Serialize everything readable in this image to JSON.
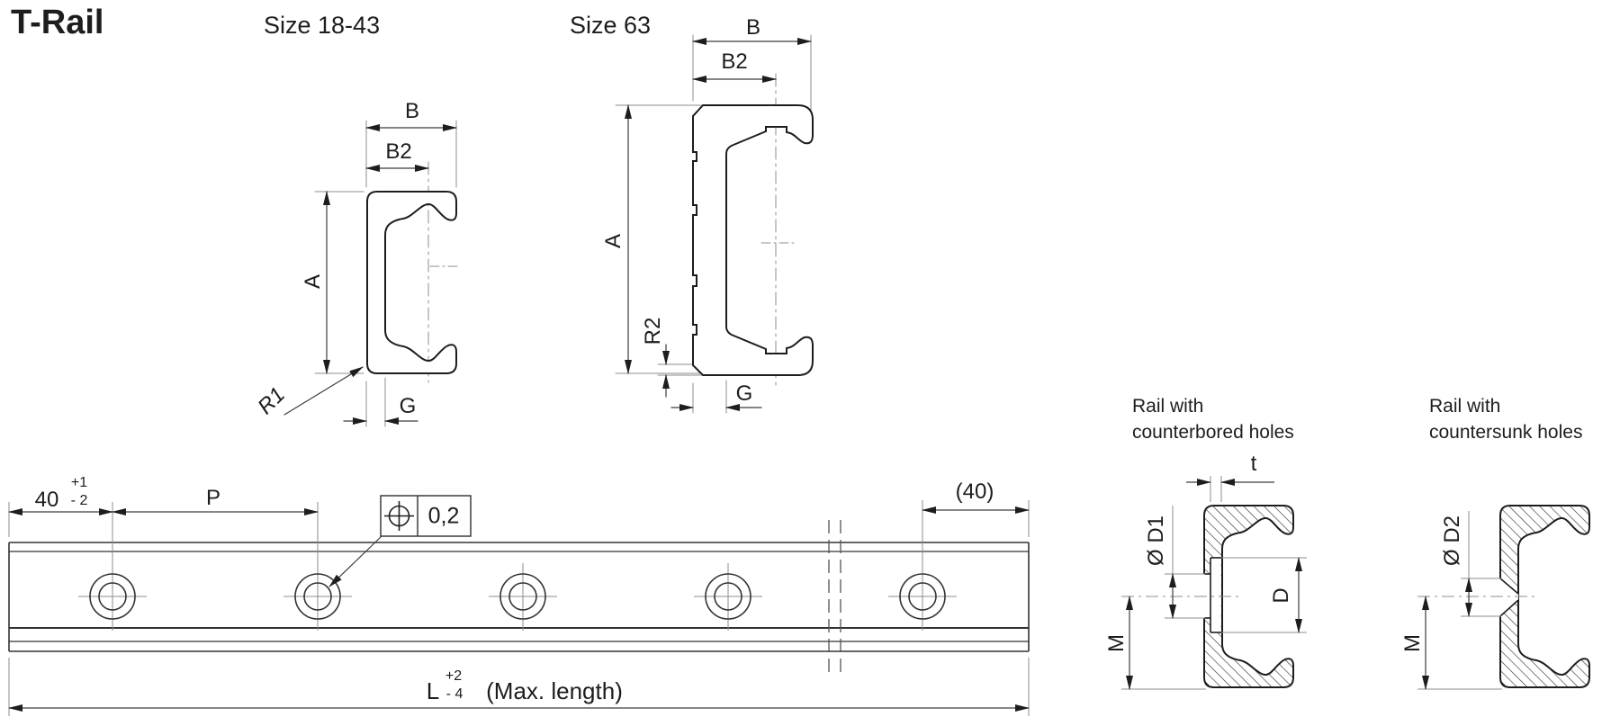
{
  "title": "T-Rail",
  "colors": {
    "outline": "#1d1d1d",
    "dimension": "#3c3c3c",
    "extension": "#8e8e8e",
    "background": "#ffffff"
  },
  "profiles": {
    "small": {
      "heading": "Size 18-43",
      "dim_width": "B",
      "dim_inner_width": "B2",
      "dim_height": "A",
      "dim_radius": "R1",
      "dim_web": "G"
    },
    "large": {
      "heading": "Size 63",
      "dim_width": "B",
      "dim_inner_width": "B2",
      "dim_height": "A",
      "dim_radius": "R2",
      "dim_web": "G"
    }
  },
  "side_view": {
    "dim_end_pitch": "40",
    "dim_end_pitch_tol_upper": "+1",
    "dim_end_pitch_tol_lower": "- 2",
    "dim_pitch": "P",
    "fcf_value": "0,2",
    "dim_right_end": "(40)",
    "dim_length": "L",
    "dim_length_tol_upper": "+2",
    "dim_length_tol_lower": "- 4",
    "dim_length_note": "(Max. length)"
  },
  "hole_details": {
    "counterbored": {
      "heading_line1": "Rail with",
      "heading_line2": "counterbored holes",
      "dim_depth": "t",
      "dim_counterbore": "Ø D1",
      "dim_bore": "D",
      "dim_center_height": "M"
    },
    "countersunk": {
      "heading_line1": "Rail with",
      "heading_line2": "countersunk holes",
      "dim_countersink": "Ø D2",
      "dim_center_height": "M"
    }
  }
}
